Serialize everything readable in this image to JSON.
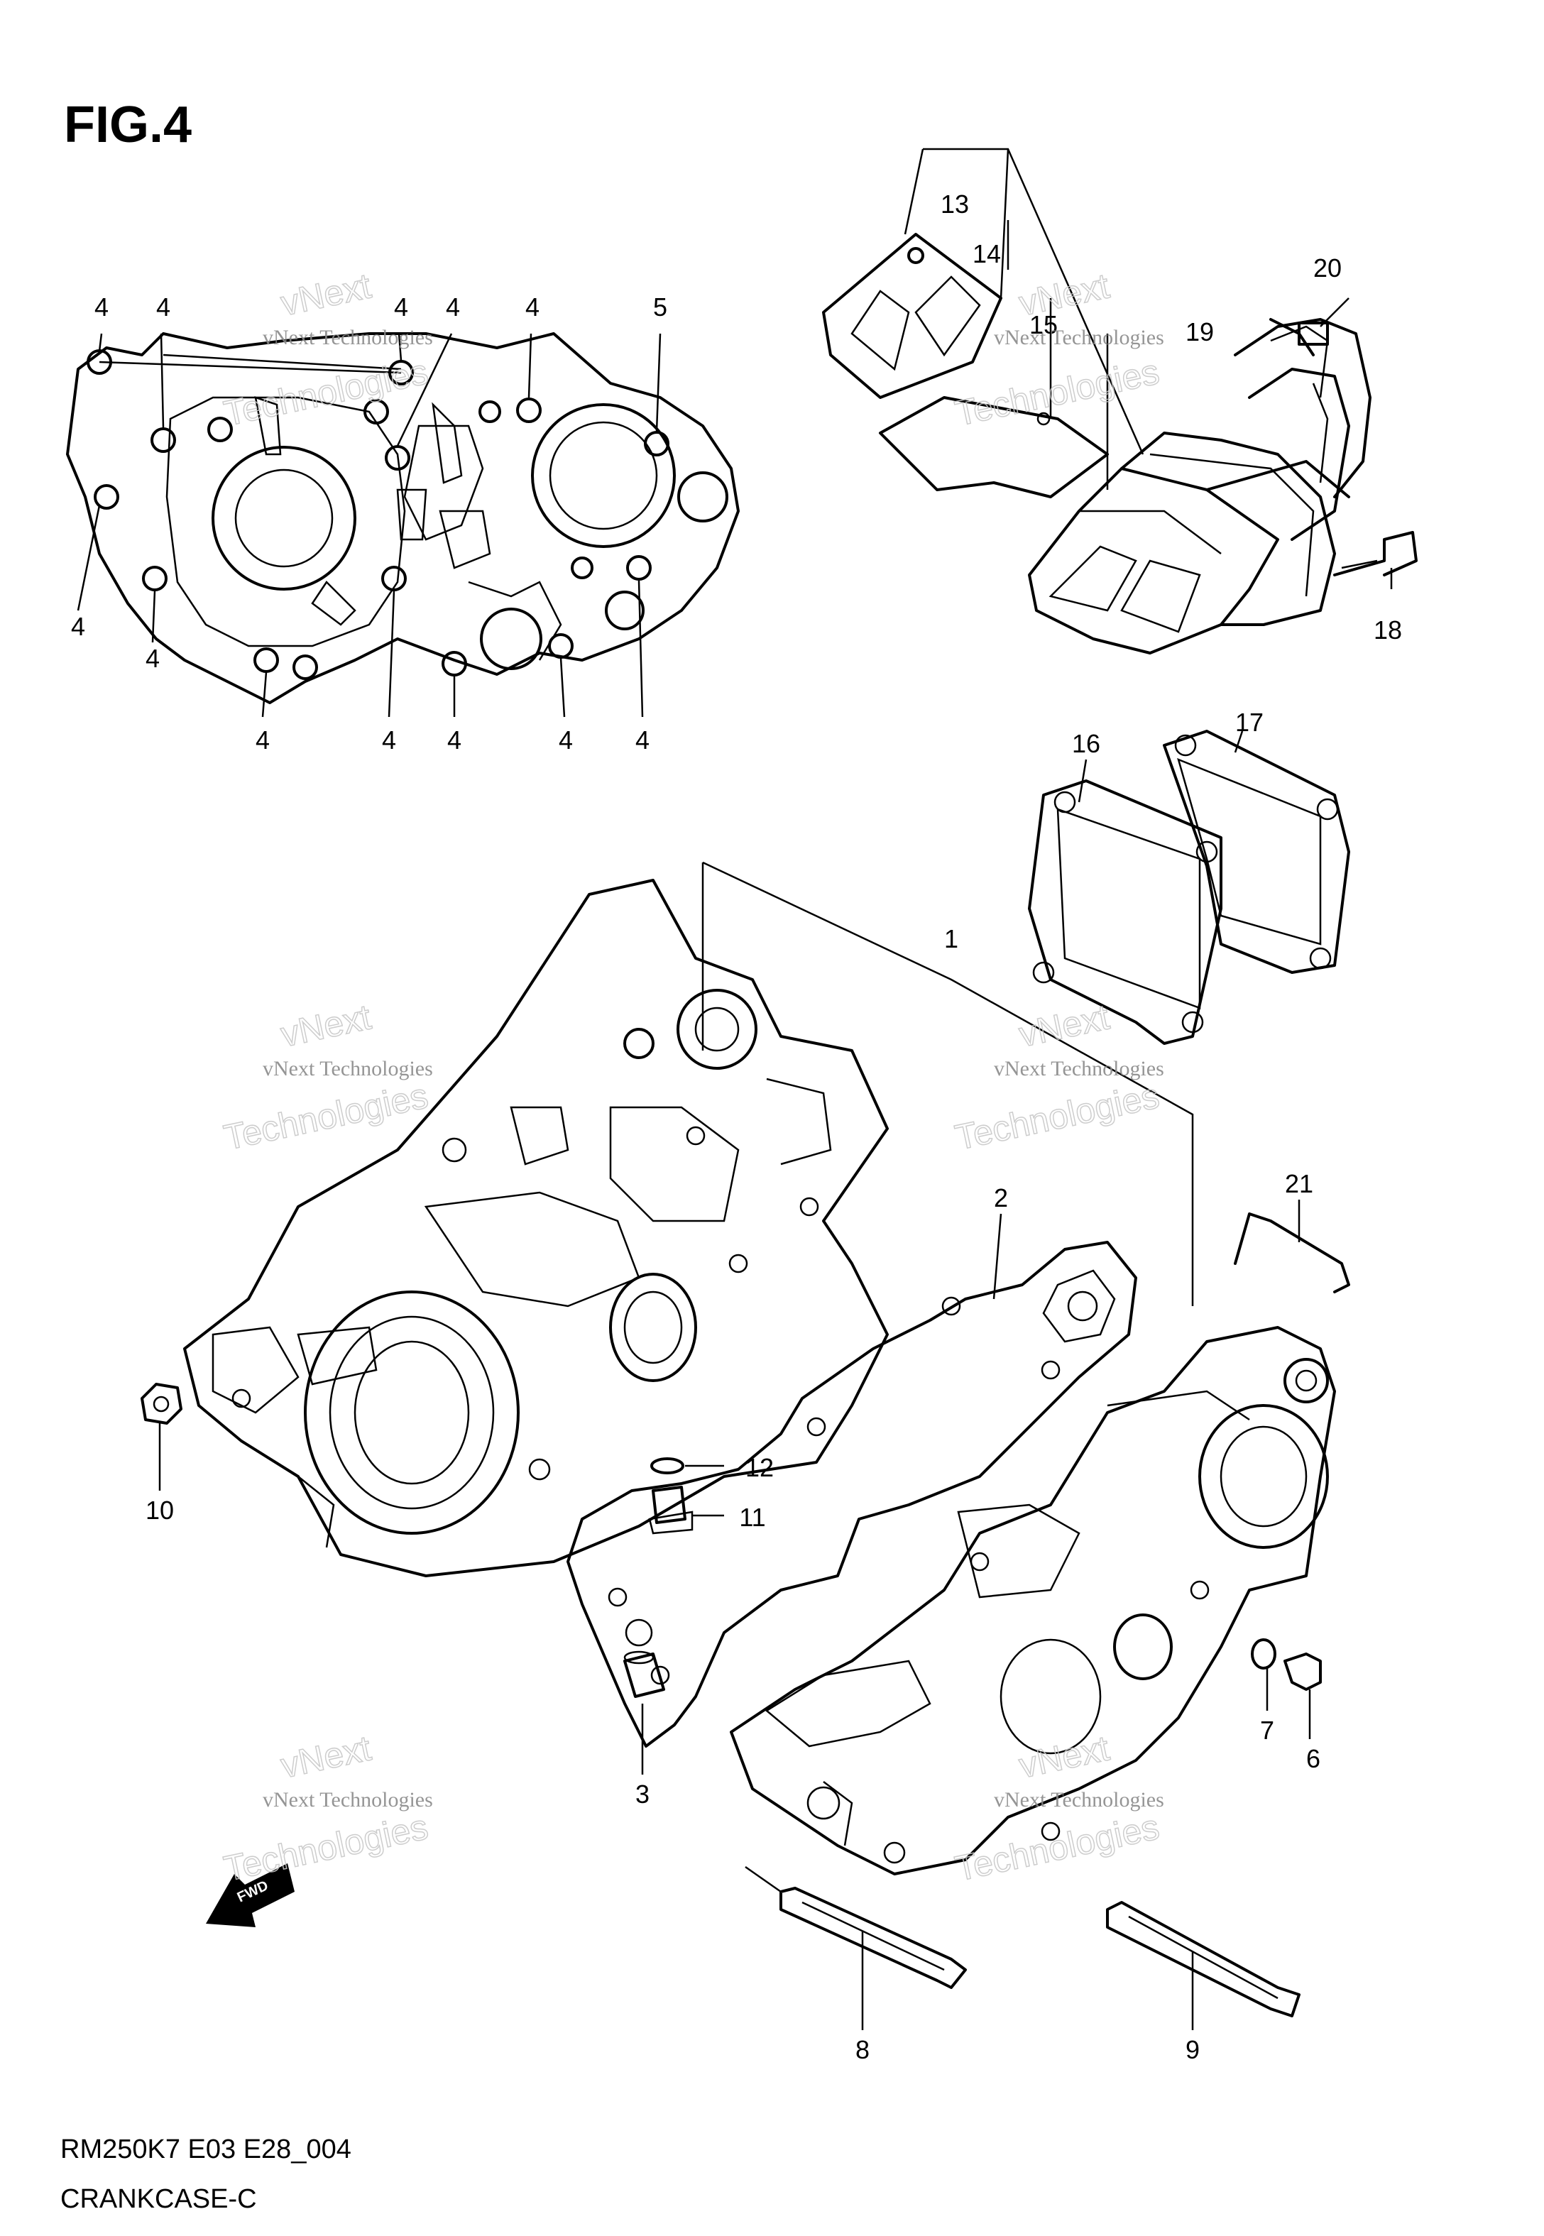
{
  "figure": {
    "title": "FIG.4",
    "code": "RM250K7 E03 E28_004",
    "name": "CRANKCASE-C"
  },
  "watermark": {
    "line1": "vNext Technologies",
    "line2": "vNext",
    "line3": "Technologies"
  },
  "arrow_label": "FWD",
  "callouts": {
    "c1": "1",
    "c2": "2",
    "c3": "3",
    "c4": "4",
    "c5": "5",
    "c6": "6",
    "c7": "7",
    "c8": "8",
    "c9": "9",
    "c10": "10",
    "c11": "11",
    "c12": "12",
    "c13": "13",
    "c14": "14",
    "c15": "15",
    "c16": "16",
    "c17": "17",
    "c18": "18",
    "c19": "19",
    "c20": "20",
    "c21": "21"
  }
}
